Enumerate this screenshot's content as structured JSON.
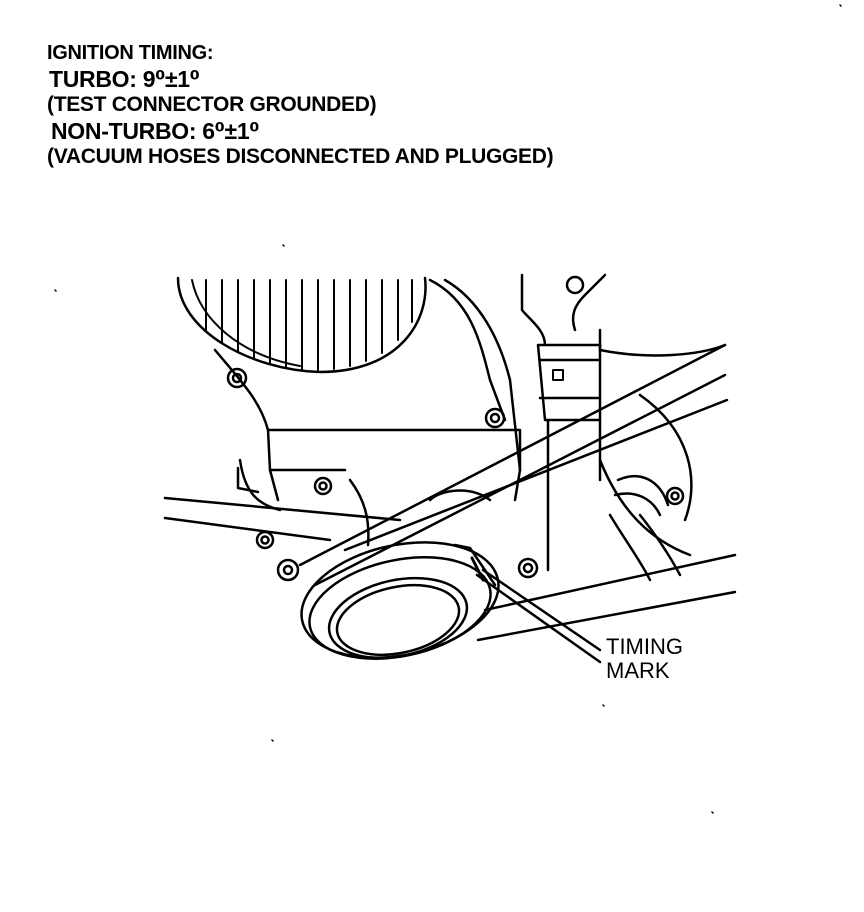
{
  "specs": {
    "heading": "IGNITION TIMING:",
    "turbo": "TURBO: 9⁰±1⁰",
    "turbo_condition": "(TEST CONNECTOR GROUNDED)",
    "non_turbo": "NON-TURBO: 6⁰±1⁰",
    "non_turbo_condition": "(VACUUM HOSES DISCONNECTED AND PLUGGED)"
  },
  "callout": {
    "line1": "TIMING",
    "line2": "MARK"
  }
}
